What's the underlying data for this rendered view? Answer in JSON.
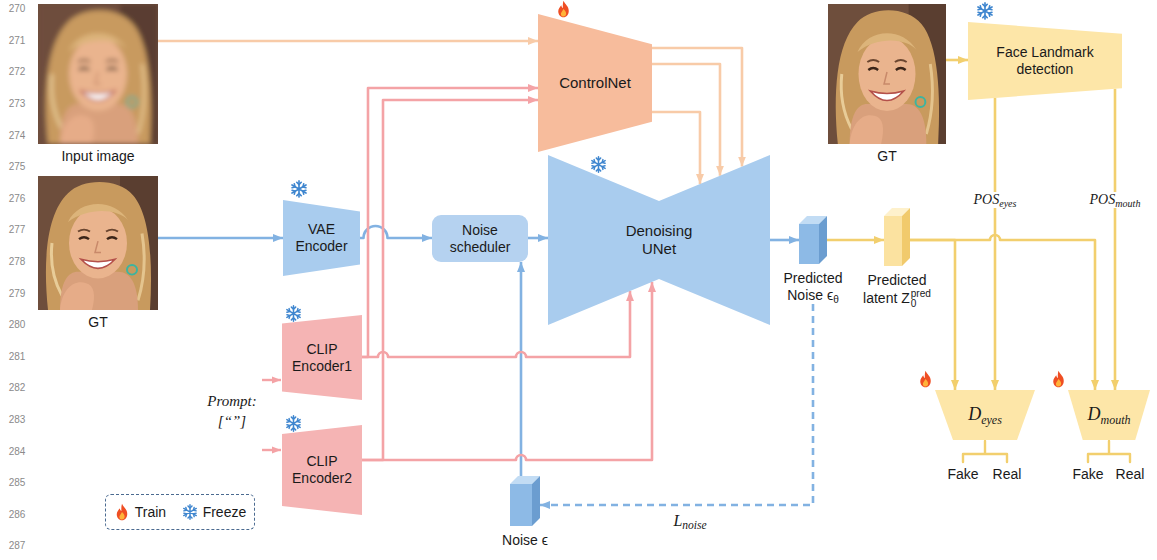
{
  "diagram": {
    "nodes": [
      {
        "text": [
          "Input image"
        ]
      },
      {
        "text": [
          "ControlNet"
        ]
      },
      {
        "text": [
          "GT"
        ]
      },
      {
        "text": [
          "Face Landmark detection"
        ]
      },
      {
        "text": [
          "GT"
        ]
      },
      {
        "text": [
          "VAE Encoder"
        ]
      },
      {
        "text": [
          "Noise scheduler"
        ]
      },
      {
        "text": [
          "Denoising UNet"
        ]
      },
      {
        "text": [
          "Predicted Noise ϵ",
          "θ"
        ]
      },
      {
        "text": [
          "Predicted latent Z",
          "0",
          "pred"
        ]
      },
      {
        "text": [
          "CLIP Encoder1"
        ]
      },
      {
        "text": [
          "D",
          "eyes"
        ]
      },
      {
        "text": [
          "D",
          "mouth"
        ]
      },
      {
        "text": [
          "CLIP Encoder2"
        ]
      },
      {
        "text": [
          "Noise ϵ"
        ]
      }
    ],
    "edges": [
      {
        "from": 0,
        "to": 1,
        "arrow": "to"
      },
      {
        "from": 4,
        "to": 5,
        "arrow": "to"
      },
      {
        "from": 5,
        "to": 6,
        "arrow": "to"
      },
      {
        "from": 14,
        "to": 6,
        "arrow": "to"
      },
      {
        "from": 6,
        "to": 7,
        "arrow": "to"
      },
      {
        "from": 10,
        "to": 1,
        "arrow": "to"
      },
      {
        "from": 10,
        "to": 7,
        "arrow": "to"
      },
      {
        "from": 13,
        "to": 1,
        "arrow": "to"
      },
      {
        "from": 13,
        "to": 7,
        "arrow": "to"
      },
      {
        "from": 1,
        "to": 7,
        "arrow": "to"
      },
      {
        "from": 1,
        "to": 7,
        "arrow": "to"
      },
      {
        "from": 1,
        "to": 7,
        "arrow": "to"
      },
      {
        "from": 7,
        "to": 8,
        "arrow": "to"
      },
      {
        "from": 8,
        "to": 9,
        "arrow": "to"
      },
      {
        "from": 9,
        "to": 11,
        "arrow": "to"
      },
      {
        "from": 9,
        "to": 12,
        "arrow": "to"
      },
      {
        "from": 2,
        "to": 3,
        "arrow": "to"
      },
      {
        "from": 3,
        "to": 11,
        "arrow": "to"
      },
      {
        "from": 3,
        "to": 12,
        "arrow": "to"
      },
      {
        "from": 8,
        "to": 14,
        "arrow": "to"
      }
    ],
    "labels": [
      "270",
      "271",
      "272",
      "273",
      "274",
      "275",
      "276",
      "277",
      "278",
      "279",
      "280",
      "281",
      "282",
      "283",
      "284",
      "285",
      "286",
      "287",
      "Prompt:",
      "[“”]",
      "POS",
      "eyes",
      "POS",
      "mouth",
      "L",
      "noise",
      "Fake",
      "Real",
      "Fake",
      "Real"
    ],
    "legend": [
      {
        "text": "Train"
      },
      {
        "text": "Freeze"
      }
    ]
  }
}
